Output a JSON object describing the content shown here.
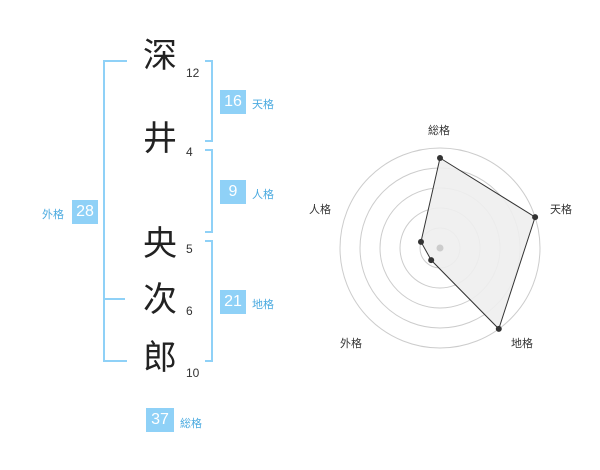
{
  "name": {
    "characters": [
      {
        "char": "深",
        "strokes": "12"
      },
      {
        "char": "井",
        "strokes": "4"
      },
      {
        "char": "央",
        "strokes": "5"
      },
      {
        "char": "次",
        "strokes": "6"
      },
      {
        "char": "郎",
        "strokes": "10"
      }
    ]
  },
  "fortunes": {
    "tenkaku": {
      "value": "16",
      "label": "天格"
    },
    "jinkaku": {
      "value": "9",
      "label": "人格"
    },
    "chikaku": {
      "value": "21",
      "label": "地格"
    },
    "gaikaku": {
      "value": "28",
      "label": "外格"
    },
    "soukaku": {
      "value": "37",
      "label": "総格"
    }
  },
  "radar": {
    "axes": [
      "総格",
      "天格",
      "地格",
      "外格",
      "人格"
    ],
    "values": [
      0.9,
      1.0,
      1.0,
      0.15,
      0.2
    ],
    "max": 1.0,
    "colors": {
      "ring": "#cccccc",
      "fill": "#eeeeee",
      "line": "#333333",
      "center": "#cccccc"
    }
  },
  "colors": {
    "accent": "#8fd1f7",
    "accent_text": "#4aaae0"
  }
}
